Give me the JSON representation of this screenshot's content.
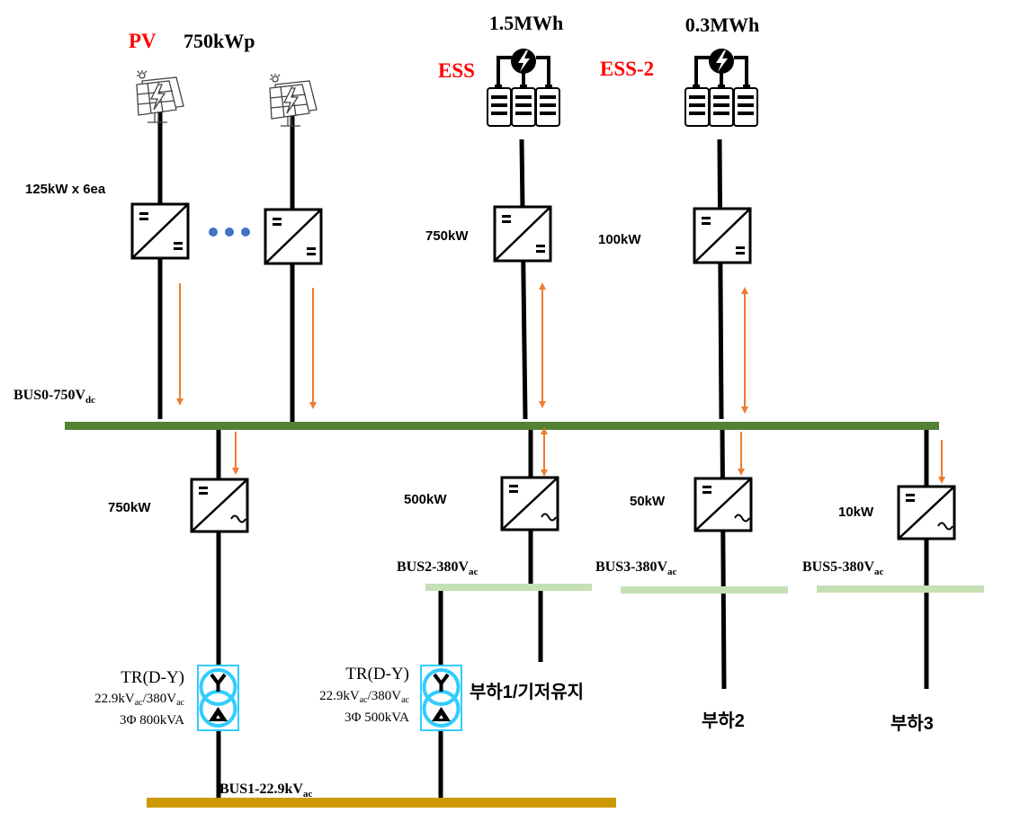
{
  "pv": {
    "label": "PV",
    "capacity": "750kWp",
    "inverter_spec": "125kW x 6ea",
    "icon": "solar-panel-icon"
  },
  "ess1": {
    "label": "ESS",
    "capacity": "1.5MWh",
    "converter": "750kW",
    "icon": "battery-storage-icon"
  },
  "ess2": {
    "label": "ESS-2",
    "capacity": "0.3MWh",
    "converter": "100kW",
    "icon": "battery-storage-icon"
  },
  "bus0": {
    "base": "BUS0-750V",
    "sub": "dc",
    "color": "#538135"
  },
  "bus1": {
    "base": "BUS1-22.9kV",
    "sub": "ac",
    "color": "#cc9900"
  },
  "bus2": {
    "base": "BUS2-380V",
    "sub": "ac",
    "color": "#c5e0b4"
  },
  "bus3": {
    "base": "BUS3-380V",
    "sub": "ac",
    "color": "#c5e0b4"
  },
  "bus5": {
    "base": "BUS5-380V",
    "sub": "ac",
    "color": "#c5e0b4"
  },
  "inverters": {
    "main": "750kW",
    "bus2": "500kW",
    "bus3": "50kW",
    "bus5": "10kW"
  },
  "tr1": {
    "title": "TR(D-Y)",
    "v1": "22.9kV",
    "s1": "ac",
    "v2": "/380V",
    "s2": "ac",
    "rating": "3Φ 800kVA"
  },
  "tr2": {
    "title": "TR(D-Y)",
    "v1": "22.9kV",
    "s1": "ac",
    "v2": "/380V",
    "s2": "ac",
    "rating": "3Φ 500kVA"
  },
  "loads": {
    "load1": "부하1/기저유지",
    "load2": "부하2",
    "load3": "부하3"
  },
  "colors": {
    "flow_arrow": "#ed7d31",
    "transformer": "#33ccff",
    "label_red": "#ff0000",
    "ellipsis": "#4472c4"
  }
}
